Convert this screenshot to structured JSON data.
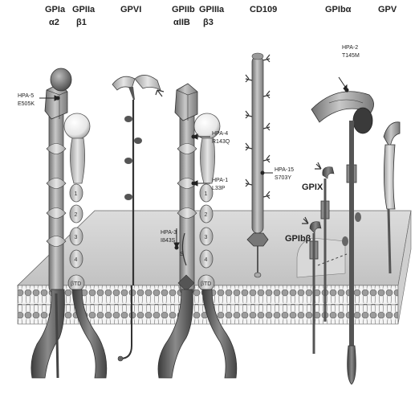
{
  "receptors": {
    "gpia": {
      "name": "GPIa",
      "sub": "α2"
    },
    "gpiia": {
      "name": "GPIIa",
      "sub": "β1"
    },
    "gpvi": {
      "name": "GPVI"
    },
    "gpiib": {
      "name": "GPIIb",
      "sub": "αIIB"
    },
    "gpiiia": {
      "name": "GPIIIa",
      "sub": "β3"
    },
    "cd109": {
      "name": "CD109"
    },
    "gpibalpha": {
      "name": "GPIbα"
    },
    "gpv": {
      "name": "GPV"
    },
    "gpix": {
      "name": "GPIX"
    },
    "gpibbeta": {
      "name": "GPIbβ"
    }
  },
  "hpa": {
    "hpa5": {
      "name": "HPA-5",
      "mutation": "E505K"
    },
    "hpa4": {
      "name": "HPA-4",
      "mutation": "R143Q"
    },
    "hpa1": {
      "name": "HPA-1",
      "mutation": "L33P"
    },
    "hpa3": {
      "name": "HPA-3",
      "mutation": "I843S"
    },
    "hpa15": {
      "name": "HPA-15",
      "mutation": "S703Y"
    },
    "hpa2": {
      "name": "HPA-2",
      "mutation": "T145M"
    }
  },
  "domains": {
    "egf": [
      "1",
      "2",
      "3",
      "4"
    ],
    "btd": "βTD",
    "disulfide": "S"
  }
}
